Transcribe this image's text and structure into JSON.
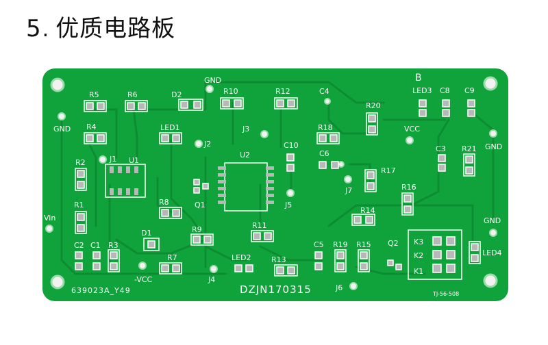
{
  "heading": {
    "number": "5",
    "dot": ".",
    "title": "优质电路板"
  },
  "board": {
    "colors": {
      "board": "#11a33b",
      "trace": "#0d8c31",
      "silk": "#ffffff",
      "pad": "#b8b8b8",
      "hole": "#f4f4f4"
    },
    "net_labels": {
      "gnd_top": "GND",
      "gnd_left": "GND",
      "gnd_right1": "GND",
      "gnd_right2": "GND",
      "vcc": "VCC",
      "neg_vcc": "-VCC",
      "vin": "Vin",
      "b": "B"
    },
    "components": {
      "r5": "R5",
      "r6": "R6",
      "d2": "D2",
      "r10": "R10",
      "r12": "R12",
      "c4": "C4",
      "led3": "LED3",
      "c8": "C8",
      "c9": "C9",
      "r4": "R4",
      "led1": "LED1",
      "r20": "R20",
      "j3": "J3",
      "r18": "R18",
      "j2": "J2",
      "c10": "C10",
      "c3": "C3",
      "r21": "R21",
      "r2": "R2",
      "j1": "J1",
      "u1": "U1",
      "u2": "U2",
      "c6": "C6",
      "r17": "R17",
      "j7": "J7",
      "r16": "R16",
      "r1": "R1",
      "r8": "R8",
      "q1": "Q1",
      "j5": "J5",
      "r14": "R14",
      "r9": "R9",
      "r11": "R11",
      "d1": "D1",
      "k3": "K3",
      "k2": "K2",
      "k1": "K1",
      "led4": "LED4",
      "c2": "C2",
      "c1": "C1",
      "r3": "R3",
      "r7": "R7",
      "led2": "LED2",
      "r13": "R13",
      "c5": "C5",
      "r19": "R19",
      "r15": "R15",
      "q2": "Q2",
      "j4": "J4",
      "j6": "J6"
    },
    "markings": {
      "part_id": "639023A_Y49",
      "board_name": "DZJN170315",
      "small_code": "TJ-56-508"
    }
  }
}
